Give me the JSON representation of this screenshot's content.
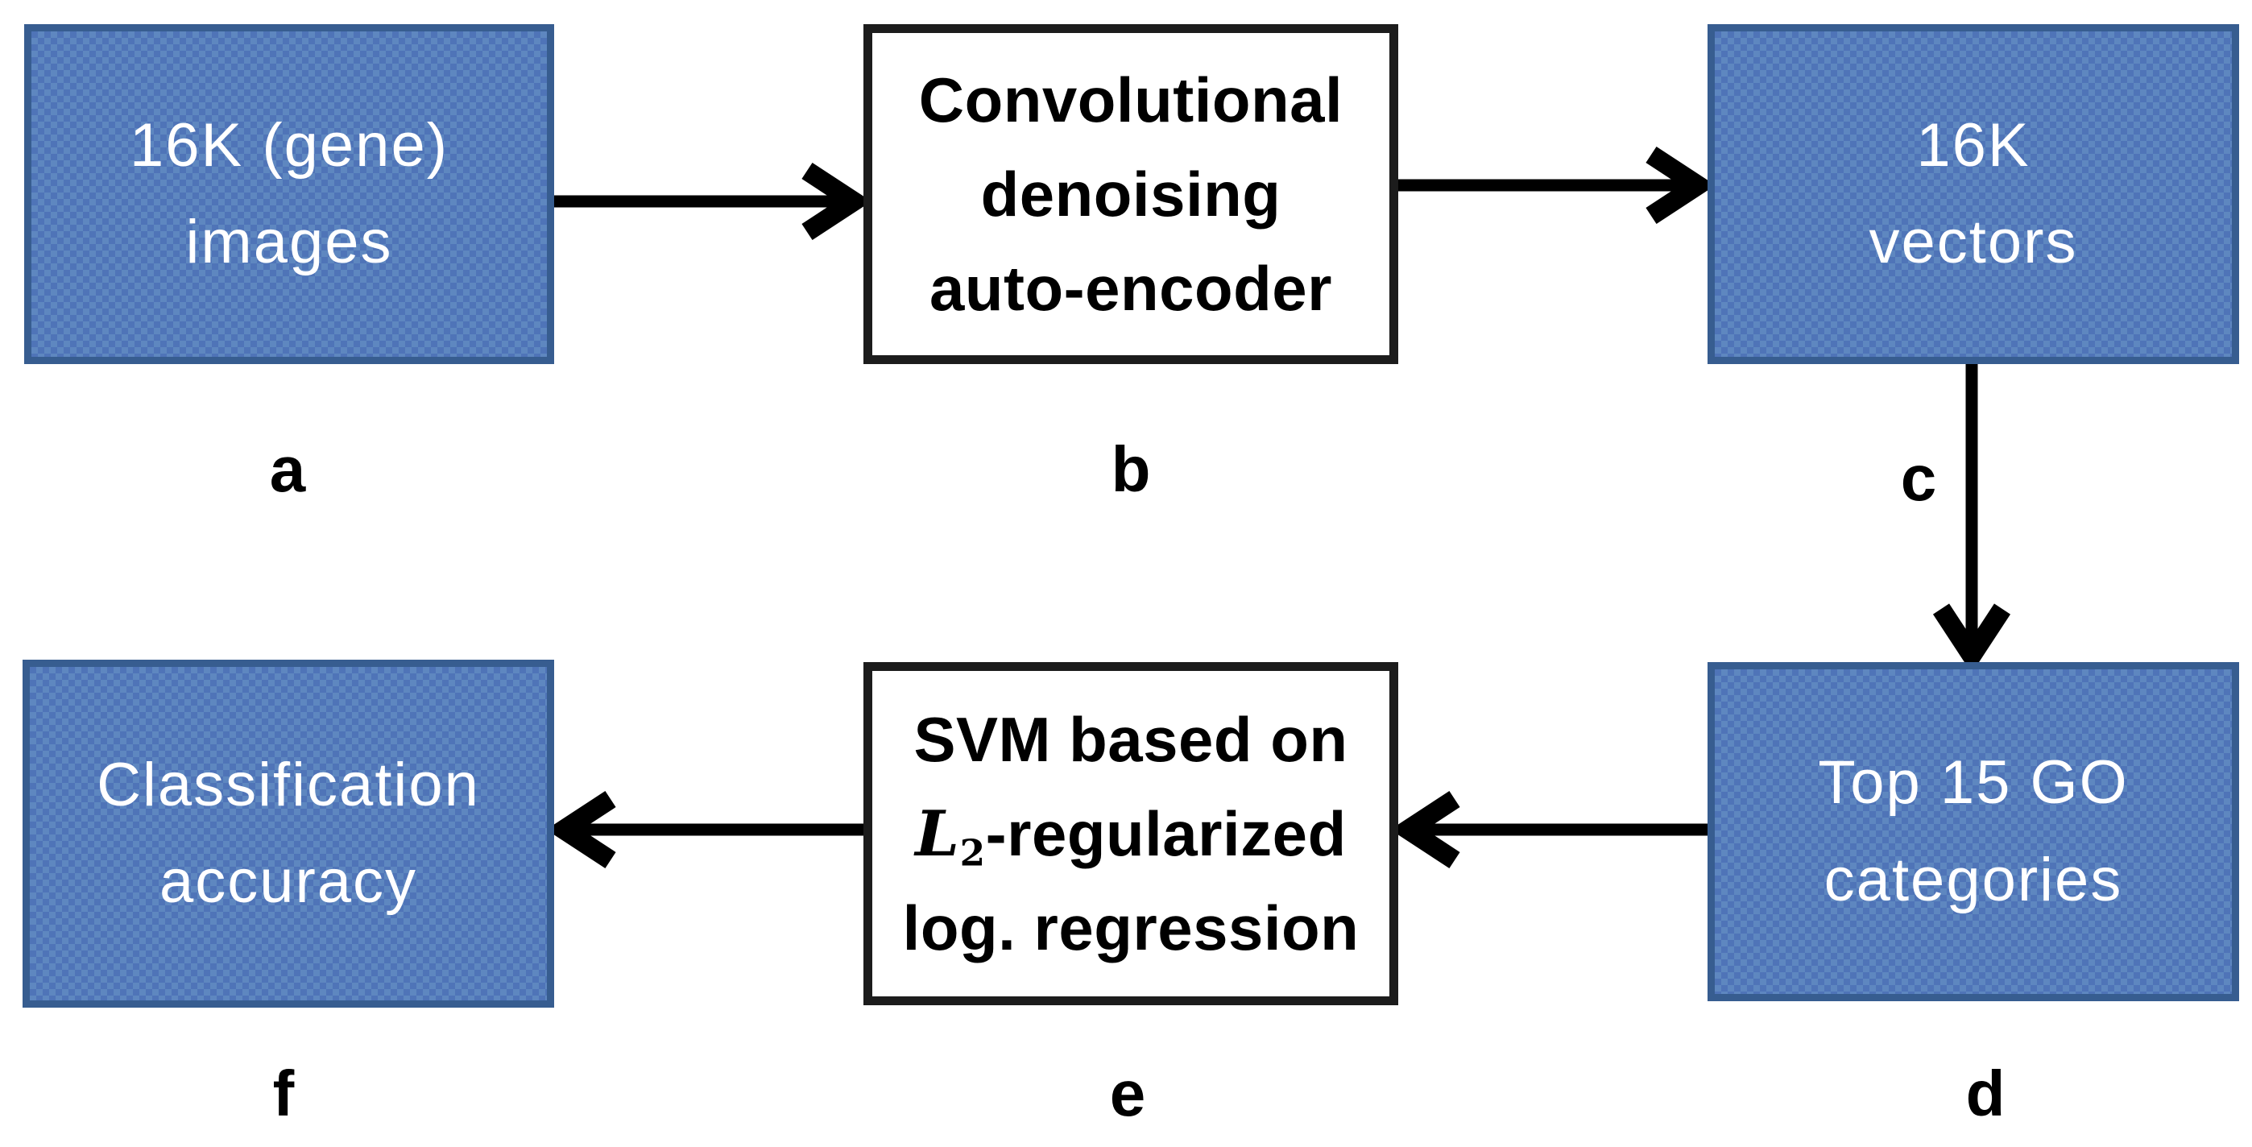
{
  "diagram": {
    "description": "Pipeline flowchart with steps a-f",
    "nodes": {
      "a": {
        "label": "a",
        "style": "blue",
        "line1": "16K (gene)",
        "line2": "images"
      },
      "b": {
        "label": "b",
        "style": "white",
        "line1": "Convolutional",
        "line2": "denoising",
        "line3": "auto-encoder"
      },
      "c": {
        "label": "c",
        "style": "blue",
        "line1": "16K",
        "line2": "vectors"
      },
      "d": {
        "label": "d",
        "style": "blue",
        "line1": "Top 15 GO",
        "line2": "categories"
      },
      "e": {
        "label": "e",
        "style": "white",
        "line1": "SVM based on",
        "line2_var": "L",
        "line2_subscript": "2",
        "line2_rest": "-regularized",
        "line3": "log. regression"
      },
      "f": {
        "label": "f",
        "style": "blue",
        "line1": "Classification",
        "line2": "accuracy"
      }
    },
    "edges": [
      {
        "from": "a",
        "to": "b"
      },
      {
        "from": "b",
        "to": "c"
      },
      {
        "from": "c",
        "to": "d"
      },
      {
        "from": "d",
        "to": "e"
      },
      {
        "from": "e",
        "to": "f"
      }
    ],
    "colors": {
      "background": "#ffffff",
      "blue_box_fill": "#4e7bba",
      "blue_box_border": "#375d90",
      "blue_box_text": "#ffffff",
      "white_box_border": "#1c1c1c",
      "white_box_text": "#000000",
      "arrow_color": "#000000",
      "label_color": "#000000"
    }
  }
}
